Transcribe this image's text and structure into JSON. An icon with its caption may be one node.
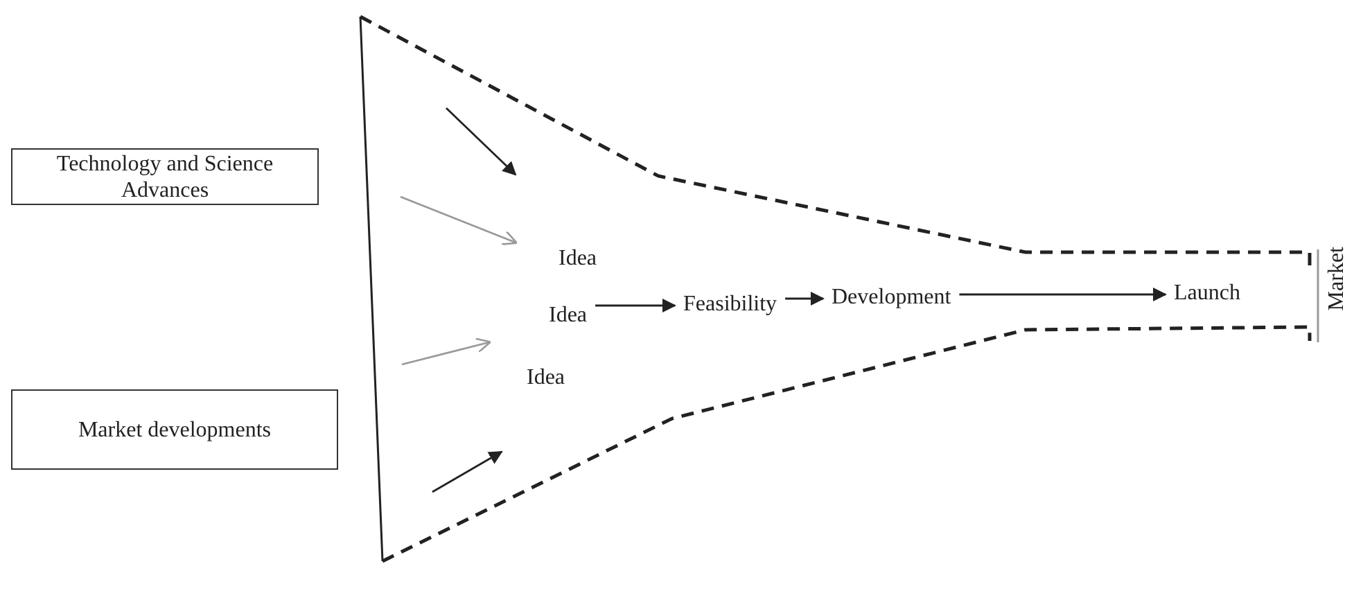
{
  "diagram": {
    "nodes": [
      {
        "text": [
          "Technology and Science Advances"
        ]
      },
      {
        "text": [
          "Market developments"
        ]
      },
      {
        "text": [],
        "shape": "funnel"
      },
      {
        "text": [
          "Idea"
        ],
        "in": 2
      },
      {
        "text": [
          "Idea"
        ],
        "in": 2
      },
      {
        "text": [
          "Idea"
        ],
        "in": 2
      },
      {
        "text": [
          "Feasibility"
        ],
        "in": 2
      },
      {
        "text": [
          "Development"
        ],
        "in": 2
      },
      {
        "text": [
          "Launch"
        ],
        "in": 2
      }
    ],
    "edges": [
      {
        "from": 4,
        "to": 6,
        "arrow": "to"
      },
      {
        "from": 6,
        "to": 7,
        "arrow": "to"
      },
      {
        "from": 7,
        "to": 8,
        "arrow": "to"
      }
    ],
    "labels": [
      "Market"
    ]
  }
}
